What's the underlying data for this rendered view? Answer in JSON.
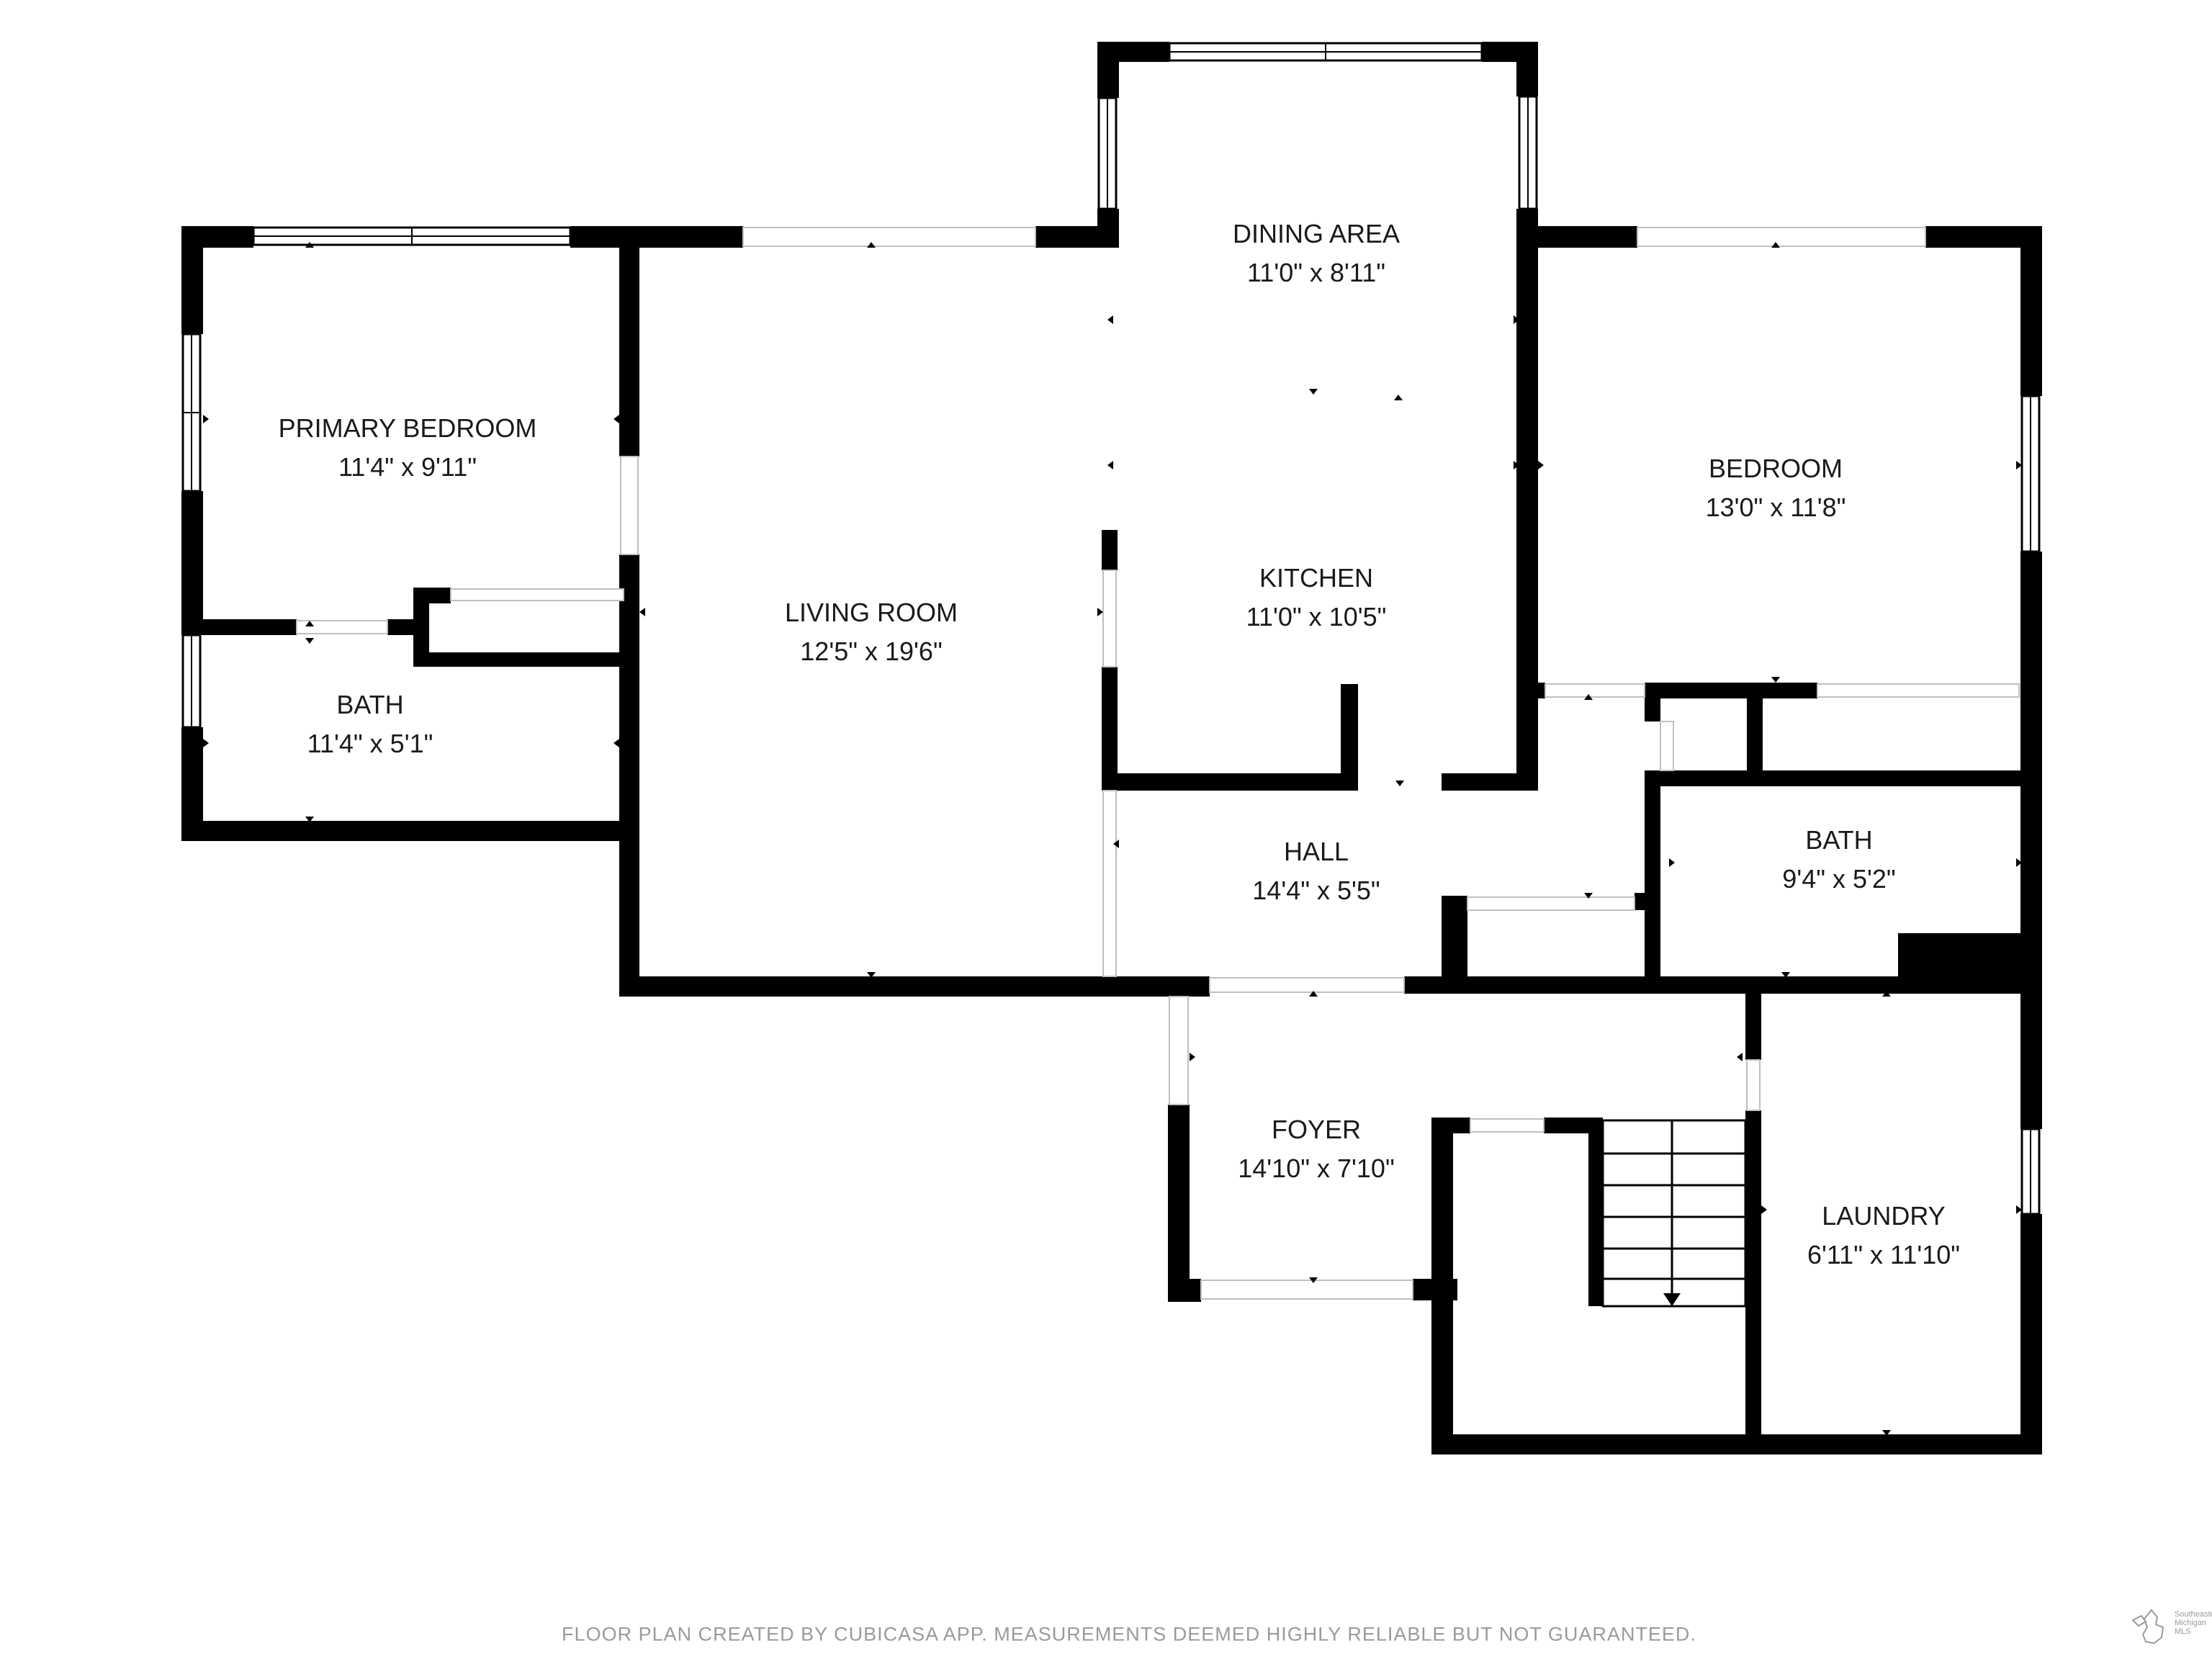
{
  "colors": {
    "wall": "#000000",
    "text": "#1a1a1a",
    "footer": "#9a9a9a",
    "background": "#ffffff"
  },
  "rooms": {
    "primary_bedroom": {
      "name": "PRIMARY BEDROOM",
      "dims": "11'4\" x 9'11\""
    },
    "bath_left": {
      "name": "BATH",
      "dims": "11'4\" x 5'1\""
    },
    "living_room": {
      "name": "LIVING ROOM",
      "dims": "12'5\" x 19'6\""
    },
    "dining_area": {
      "name": "DINING AREA",
      "dims": "11'0\" x 8'11\""
    },
    "kitchen": {
      "name": "KITCHEN",
      "dims": "11'0\" x 10'5\""
    },
    "bedroom": {
      "name": "BEDROOM",
      "dims": "13'0\" x 11'8\""
    },
    "hall": {
      "name": "HALL",
      "dims": "14'4\" x 5'5\""
    },
    "bath_right": {
      "name": "BATH",
      "dims": "9'4\" x 5'2\""
    },
    "foyer": {
      "name": "FOYER",
      "dims": "14'10\" x 7'10\""
    },
    "laundry": {
      "name": "LAUNDRY",
      "dims": "6'11\" x 11'10\""
    }
  },
  "footer": {
    "text": "FLOOR PLAN CREATED BY CUBICASA APP. MEASUREMENTS DEEMED HIGHLY RELIABLE BUT NOT GUARANTEED."
  },
  "brand": {
    "logo": "michigan-map-logo",
    "text": "Southeastern\nMichigan\nMLS"
  }
}
